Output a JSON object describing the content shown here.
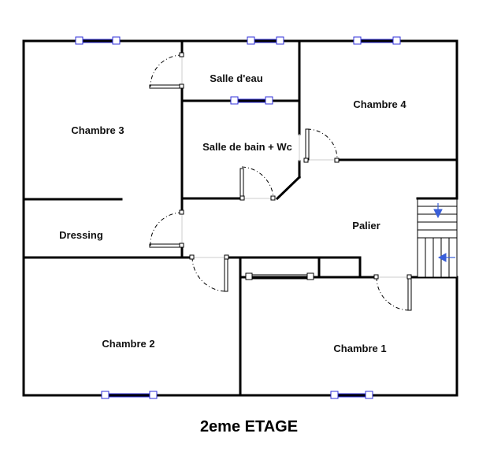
{
  "plan": {
    "title": "2eme ETAGE",
    "rooms": {
      "chambre3": "Chambre 3",
      "salle_eau": "Salle d'eau",
      "chambre4": "Chambre 4",
      "salle_bain": "Salle de bain + Wc",
      "dressing": "Dressing",
      "palier": "Palier",
      "chambre2": "Chambre 2",
      "chambre1": "Chambre 1"
    }
  },
  "colors": {
    "wall": "#000000",
    "window": "#2f2fd8",
    "stair_arrow": "#3a5fd9"
  }
}
